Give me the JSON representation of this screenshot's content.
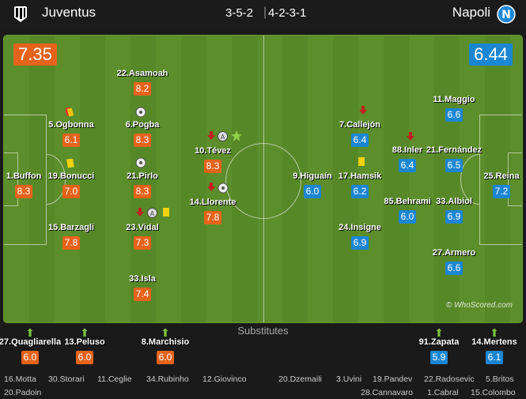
{
  "header": {
    "home_team": "Juventus",
    "home_formation": "3-5-2",
    "away_formation": "4-2-3-1",
    "away_team": "Napoli"
  },
  "ratings": {
    "home": "7.35",
    "away": "6.44"
  },
  "home_players": [
    {
      "name": "1.Buffon",
      "rating": "8.3"
    },
    {
      "name": "5.Ogbonna",
      "rating": "6.1"
    },
    {
      "name": "19.Bonucci",
      "rating": "7.0"
    },
    {
      "name": "15.Barzagli",
      "rating": "7.8"
    },
    {
      "name": "22.Asamoah",
      "rating": "8.2"
    },
    {
      "name": "6.Pogba",
      "rating": "8.3"
    },
    {
      "name": "21.Pirlo",
      "rating": "8.3"
    },
    {
      "name": "23.Vidal",
      "rating": "7.3"
    },
    {
      "name": "33.Isla",
      "rating": "7.4"
    },
    {
      "name": "10.Tévez",
      "rating": "8.3"
    },
    {
      "name": "14.Llorente",
      "rating": "7.8"
    }
  ],
  "away_players": [
    {
      "name": "25.Reina",
      "rating": "7.2"
    },
    {
      "name": "11.Maggio",
      "rating": "6.6"
    },
    {
      "name": "21.Fernández",
      "rating": "6.5"
    },
    {
      "name": "33.Albiol",
      "rating": "6.9"
    },
    {
      "name": "27.Armero",
      "rating": "6.6"
    },
    {
      "name": "88.Inler",
      "rating": "6.4"
    },
    {
      "name": "85.Behrami",
      "rating": "6.0"
    },
    {
      "name": "7.Callejón",
      "rating": "6.4"
    },
    {
      "name": "17.Hamsik",
      "rating": "6.2"
    },
    {
      "name": "24.Insigne",
      "rating": "6.9"
    },
    {
      "name": "9.Higuaín",
      "rating": "6.0"
    }
  ],
  "watermark": "© WhoScored.com",
  "substitutes_title": "Substitutes",
  "home_subs": [
    {
      "name": "27.Quagliarella",
      "rating": "6.0"
    },
    {
      "name": "13.Peluso",
      "rating": "6.0"
    },
    {
      "name": "8.Marchisio",
      "rating": "6.0"
    }
  ],
  "away_subs": [
    {
      "name": "91.Zapata",
      "rating": "5.9"
    },
    {
      "name": "14.Mertens",
      "rating": "6.1"
    }
  ],
  "home_bench": [
    "16.Motta",
    "30.Storari",
    "11.Ceglie",
    "34.Rubinho",
    "12.Giovinco",
    "20.Padoin"
  ],
  "away_bench": [
    "20.Dzemaili",
    "3.Uvini",
    "19.Pandev",
    "22.Radosevic",
    "5.Britos",
    "28.Cannavaro",
    "1.Cabral",
    "15.Colombo"
  ],
  "colors": {
    "home_rating": "#e5631b",
    "away_rating": "#1b86d2",
    "pitch": "#5c8e2b",
    "sub_arrow": "#7ec241"
  },
  "icons": [
    "juventus-badge-icon",
    "napoli-badge-icon",
    "yellow-card-icon",
    "sub-off-arrow-icon",
    "man-of-match-star-icon",
    "goal-ball-icon",
    "assist-icon"
  ]
}
